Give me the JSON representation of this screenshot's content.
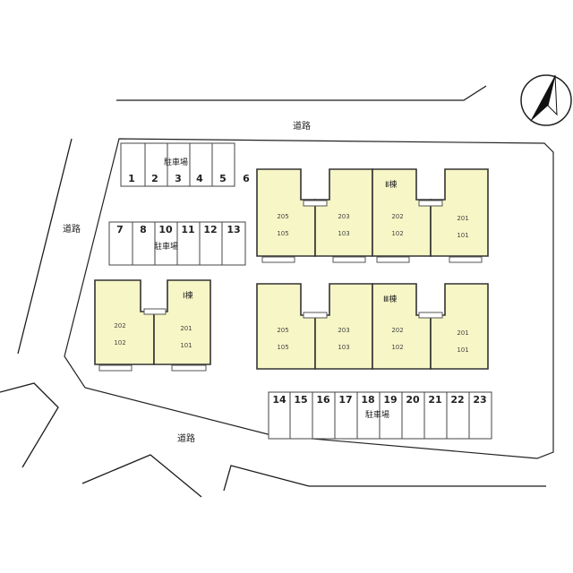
{
  "roads": {
    "top": "道路",
    "left": "道路",
    "bottom": "道路"
  },
  "parking": {
    "label": "駐車場",
    "lot_a": [
      "1",
      "2",
      "3",
      "4",
      "5",
      "6"
    ],
    "lot_b": [
      "7",
      "8",
      "10",
      "11",
      "12",
      "13"
    ],
    "lot_c": [
      "14",
      "15",
      "16",
      "17",
      "18",
      "19",
      "20",
      "21",
      "22",
      "23"
    ]
  },
  "buildings": {
    "bldg_1": {
      "label": "Ⅰ棟",
      "units": [
        [
          "202",
          "102"
        ],
        [
          "201",
          "101"
        ]
      ]
    },
    "bldg_2": {
      "label": "Ⅱ棟",
      "units": [
        [
          "205",
          "105"
        ],
        [
          "203",
          "103"
        ],
        [
          "202",
          "102"
        ],
        [
          "201",
          "101"
        ]
      ]
    },
    "bldg_3": {
      "label": "Ⅲ棟",
      "units": [
        [
          "205",
          "105"
        ],
        [
          "203",
          "103"
        ],
        [
          "202",
          "102"
        ],
        [
          "201",
          "101"
        ]
      ]
    }
  },
  "compass": {
    "icon": "north-arrow-icon"
  },
  "colors": {
    "unit_fill": "#f6f6c6",
    "line": "#222222"
  }
}
